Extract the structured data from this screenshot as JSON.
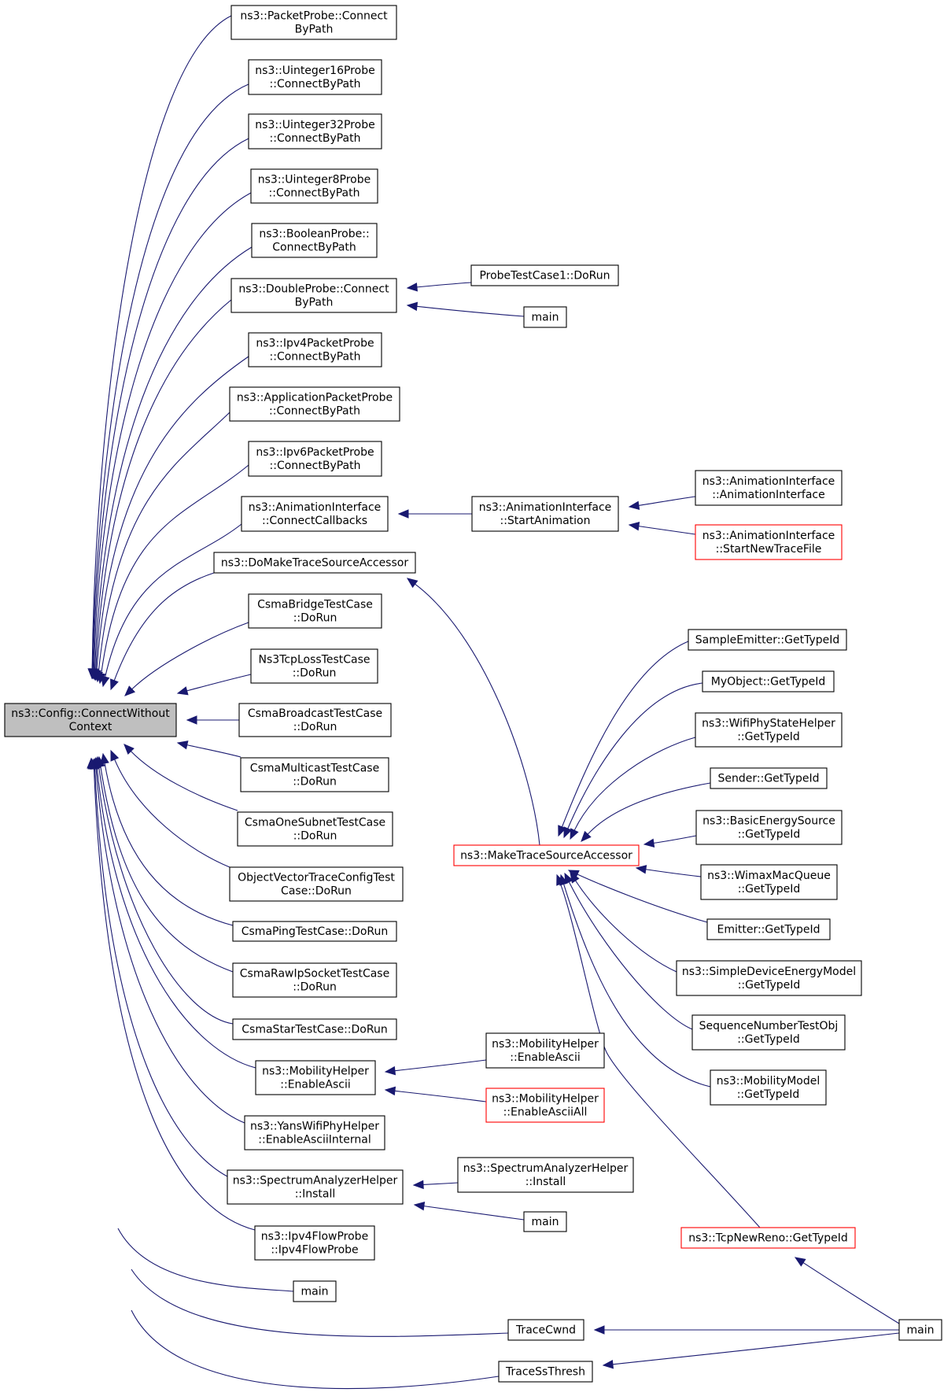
{
  "diagram": {
    "type": "call-graph",
    "root": "n0",
    "colors": {
      "edge": "#191970",
      "node_border": "#000000",
      "truncated_border": "#ff0000",
      "root_fill": "#bfbfbf"
    },
    "nodes": [
      {
        "id": "n0",
        "lines": [
          "ns3::Config::ConnectWithout",
          "Context"
        ],
        "root": true
      },
      {
        "id": "n1",
        "lines": [
          "ns3::PacketProbe::Connect",
          "ByPath"
        ]
      },
      {
        "id": "n2",
        "lines": [
          "ns3::Uinteger16Probe",
          "::ConnectByPath"
        ]
      },
      {
        "id": "n3",
        "lines": [
          "ns3::Uinteger32Probe",
          "::ConnectByPath"
        ]
      },
      {
        "id": "n4",
        "lines": [
          "ns3::Uinteger8Probe",
          "::ConnectByPath"
        ]
      },
      {
        "id": "n5",
        "lines": [
          "ns3::BooleanProbe::",
          "ConnectByPath"
        ]
      },
      {
        "id": "n6",
        "lines": [
          "ns3::DoubleProbe::Connect",
          "ByPath"
        ]
      },
      {
        "id": "n7",
        "lines": [
          "ns3::Ipv4PacketProbe",
          "::ConnectByPath"
        ]
      },
      {
        "id": "n8",
        "lines": [
          "ns3::ApplicationPacketProbe",
          "::ConnectByPath"
        ]
      },
      {
        "id": "n9",
        "lines": [
          "ns3::Ipv6PacketProbe",
          "::ConnectByPath"
        ]
      },
      {
        "id": "n10",
        "lines": [
          "ns3::AnimationInterface",
          "::ConnectCallbacks"
        ]
      },
      {
        "id": "n11",
        "lines": [
          "ns3::DoMakeTraceSourceAccessor"
        ]
      },
      {
        "id": "n12",
        "lines": [
          "CsmaBridgeTestCase",
          "::DoRun"
        ]
      },
      {
        "id": "n13",
        "lines": [
          "Ns3TcpLossTestCase",
          "::DoRun"
        ]
      },
      {
        "id": "n14",
        "lines": [
          "CsmaBroadcastTestCase",
          "::DoRun"
        ]
      },
      {
        "id": "n15",
        "lines": [
          "CsmaMulticastTestCase",
          "::DoRun"
        ]
      },
      {
        "id": "n16",
        "lines": [
          "CsmaOneSubnetTestCase",
          "::DoRun"
        ]
      },
      {
        "id": "n17",
        "lines": [
          "ObjectVectorTraceConfigTest",
          "Case::DoRun"
        ]
      },
      {
        "id": "n18",
        "lines": [
          "CsmaPingTestCase::DoRun"
        ]
      },
      {
        "id": "n19",
        "lines": [
          "CsmaRawIpSocketTestCase",
          "::DoRun"
        ]
      },
      {
        "id": "n20",
        "lines": [
          "CsmaStarTestCase::DoRun"
        ]
      },
      {
        "id": "n21",
        "lines": [
          "ns3::MobilityHelper",
          "::EnableAscii"
        ]
      },
      {
        "id": "n22",
        "lines": [
          "ns3::YansWifiPhyHelper",
          "::EnableAsciiInternal"
        ]
      },
      {
        "id": "n23",
        "lines": [
          "ns3::SpectrumAnalyzerHelper",
          "::Install"
        ]
      },
      {
        "id": "n24",
        "lines": [
          "ns3::Ipv4FlowProbe",
          "::Ipv4FlowProbe"
        ]
      },
      {
        "id": "n25",
        "lines": [
          "main"
        ]
      },
      {
        "id": "n26",
        "lines": [
          "TraceCwnd"
        ]
      },
      {
        "id": "n27",
        "lines": [
          "TraceSsThresh"
        ]
      },
      {
        "id": "n28",
        "lines": [
          "ProbeTestCase1::DoRun"
        ]
      },
      {
        "id": "n29",
        "lines": [
          "main"
        ]
      },
      {
        "id": "n30",
        "lines": [
          "ns3::AnimationInterface",
          "::StartAnimation"
        ]
      },
      {
        "id": "n31",
        "lines": [
          "ns3::AnimationInterface",
          "::AnimationInterface"
        ]
      },
      {
        "id": "n32",
        "lines": [
          "ns3::AnimationInterface",
          "::StartNewTraceFile"
        ],
        "truncated": true
      },
      {
        "id": "n33",
        "lines": [
          "ns3::MakeTraceSourceAccessor"
        ],
        "truncated": true
      },
      {
        "id": "n34",
        "lines": [
          "SampleEmitter::GetTypeId"
        ]
      },
      {
        "id": "n35",
        "lines": [
          "MyObject::GetTypeId"
        ]
      },
      {
        "id": "n36",
        "lines": [
          "ns3::WifiPhyStateHelper",
          "::GetTypeId"
        ]
      },
      {
        "id": "n37",
        "lines": [
          "Sender::GetTypeId"
        ]
      },
      {
        "id": "n38",
        "lines": [
          "ns3::BasicEnergySource",
          "::GetTypeId"
        ]
      },
      {
        "id": "n39",
        "lines": [
          "ns3::WimaxMacQueue",
          "::GetTypeId"
        ]
      },
      {
        "id": "n40",
        "lines": [
          "Emitter::GetTypeId"
        ]
      },
      {
        "id": "n41",
        "lines": [
          "ns3::SimpleDeviceEnergyModel",
          "::GetTypeId"
        ]
      },
      {
        "id": "n42",
        "lines": [
          "SequenceNumberTestObj",
          "::GetTypeId"
        ]
      },
      {
        "id": "n43",
        "lines": [
          "ns3::MobilityModel",
          "::GetTypeId"
        ]
      },
      {
        "id": "n44",
        "lines": [
          "ns3::TcpNewReno::GetTypeId"
        ],
        "truncated": true
      },
      {
        "id": "n45",
        "lines": [
          "ns3::MobilityHelper",
          "::EnableAscii"
        ]
      },
      {
        "id": "n46",
        "lines": [
          "ns3::MobilityHelper",
          "::EnableAsciiAll"
        ],
        "truncated": true
      },
      {
        "id": "n47",
        "lines": [
          "ns3::SpectrumAnalyzerHelper",
          "::Install"
        ]
      },
      {
        "id": "n48",
        "lines": [
          "main"
        ]
      },
      {
        "id": "n49",
        "lines": [
          "main"
        ]
      }
    ],
    "edges": [
      [
        "n1",
        "n0"
      ],
      [
        "n2",
        "n0"
      ],
      [
        "n3",
        "n0"
      ],
      [
        "n4",
        "n0"
      ],
      [
        "n5",
        "n0"
      ],
      [
        "n6",
        "n0"
      ],
      [
        "n7",
        "n0"
      ],
      [
        "n8",
        "n0"
      ],
      [
        "n9",
        "n0"
      ],
      [
        "n10",
        "n0"
      ],
      [
        "n11",
        "n0"
      ],
      [
        "n12",
        "n0"
      ],
      [
        "n13",
        "n0"
      ],
      [
        "n14",
        "n0"
      ],
      [
        "n15",
        "n0"
      ],
      [
        "n16",
        "n0"
      ],
      [
        "n17",
        "n0"
      ],
      [
        "n18",
        "n0"
      ],
      [
        "n19",
        "n0"
      ],
      [
        "n20",
        "n0"
      ],
      [
        "n21",
        "n0"
      ],
      [
        "n22",
        "n0"
      ],
      [
        "n23",
        "n0"
      ],
      [
        "n24",
        "n0"
      ],
      [
        "n25",
        "n0"
      ],
      [
        "n26",
        "n0"
      ],
      [
        "n27",
        "n0"
      ],
      [
        "n28",
        "n6"
      ],
      [
        "n29",
        "n6"
      ],
      [
        "n30",
        "n10"
      ],
      [
        "n31",
        "n30"
      ],
      [
        "n32",
        "n30"
      ],
      [
        "n33",
        "n11"
      ],
      [
        "n34",
        "n33"
      ],
      [
        "n35",
        "n33"
      ],
      [
        "n36",
        "n33"
      ],
      [
        "n37",
        "n33"
      ],
      [
        "n38",
        "n33"
      ],
      [
        "n39",
        "n33"
      ],
      [
        "n40",
        "n33"
      ],
      [
        "n41",
        "n33"
      ],
      [
        "n42",
        "n33"
      ],
      [
        "n43",
        "n33"
      ],
      [
        "n44",
        "n33"
      ],
      [
        "n45",
        "n21"
      ],
      [
        "n46",
        "n21"
      ],
      [
        "n47",
        "n23"
      ],
      [
        "n48",
        "n23"
      ],
      [
        "n49",
        "n26"
      ],
      [
        "n49",
        "n27"
      ],
      [
        "n49",
        "n44"
      ]
    ]
  }
}
